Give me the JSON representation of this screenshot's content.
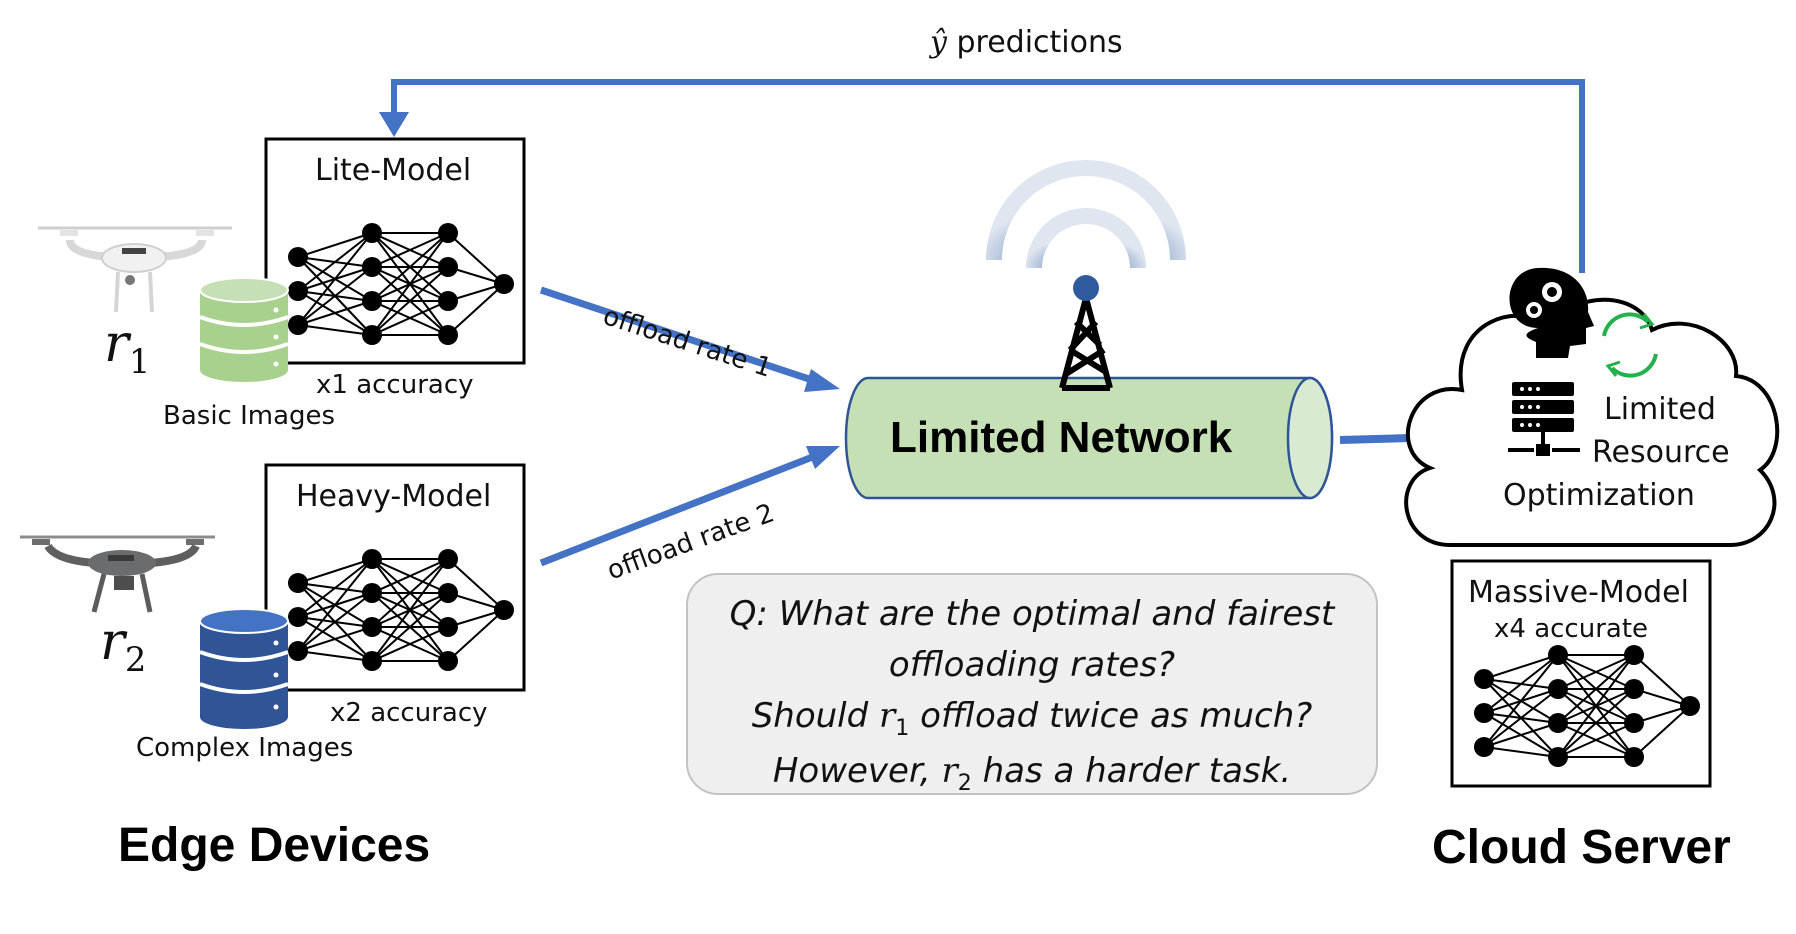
{
  "feedback": {
    "prediction_symbol": "ŷ",
    "prediction_label": "predictions"
  },
  "edge": {
    "title": "Edge Devices",
    "device1": {
      "robot_symbol": "r",
      "robot_index": "1",
      "model_name": "Lite-Model",
      "accuracy": "x1 accuracy",
      "dataset": "Basic Images",
      "offload_label": "offload rate 1"
    },
    "device2": {
      "robot_symbol": "r",
      "robot_index": "2",
      "model_name": "Heavy-Model",
      "accuracy": "x2 accuracy",
      "dataset": "Complex Images",
      "offload_label": "offload rate 2"
    }
  },
  "network": {
    "label": "Limited Network"
  },
  "cloud": {
    "title": "Cloud Server",
    "optimization_lines": [
      "Limited",
      "Resource",
      "Optimization"
    ],
    "model_name": "Massive-Model",
    "accuracy": "x4 accurate"
  },
  "question": {
    "line1": "Q: What are the optimal and fairest",
    "line2": "offloading rates?",
    "line3_pre": "Should ",
    "line3_sym": "r",
    "line3_idx": "1",
    "line3_post": " offload twice as much?",
    "line4_pre": "However, ",
    "line4_sym": "r",
    "line4_idx": "2",
    "line4_post": " has a harder task."
  },
  "colors": {
    "arrow": "#4472c4",
    "network_fill": "#c5e0b4",
    "green_db": "#a9d18e",
    "blue_db": "#2f5597",
    "tower_wave": "#2e5a9e",
    "refresh_arrows": "#22b14c",
    "question_bg": "#efefef"
  },
  "icons": [
    "drone-white-icon",
    "drone-gray-icon",
    "database-green-icon",
    "database-blue-icon",
    "antenna-tower-icon",
    "wifi-waves-icon",
    "cloud-icon",
    "head-gears-icon",
    "refresh-icon",
    "server-stack-icon",
    "neural-network-icon"
  ]
}
